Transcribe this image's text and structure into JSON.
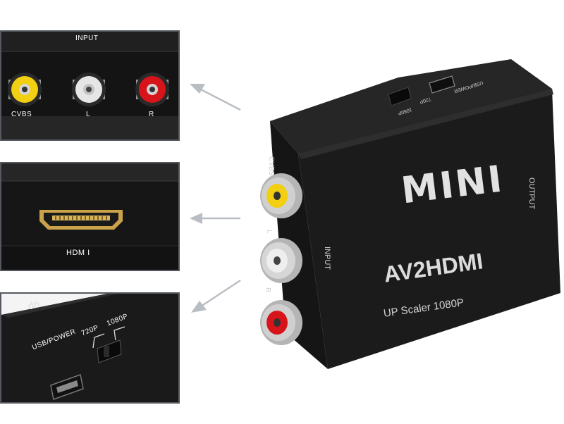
{
  "colors": {
    "background": "#ffffff",
    "device": "#1a1a1a",
    "panel_border": "#55595f",
    "arrow": "#b9bec4",
    "rca_yellow": "#f2cf10",
    "rca_white": "#e6e6e6",
    "rca_red": "#d8141b",
    "hdmi_gold": "#c9a24a"
  },
  "panel_input": {
    "title": "INPUT",
    "labels": [
      "CVBS",
      "L",
      "R"
    ]
  },
  "panel_hdmi": {
    "label": "HDM I"
  },
  "panel_switch": {
    "side_text": "up",
    "usb_label": "USB/POWER",
    "res_720": "720P",
    "res_1080": "1080P"
  },
  "device": {
    "brand": "MINI",
    "model": "AV2HDMI",
    "subtitle": "UP Scaler 1080P",
    "input_label": "INPUT",
    "output_label": "OUTPUT",
    "jack_cvbs": "CVBS",
    "jack_l": "L",
    "jack_r": "R",
    "top_usb": "USB/POWER",
    "top_720": "720P",
    "top_1080": "1080P"
  }
}
